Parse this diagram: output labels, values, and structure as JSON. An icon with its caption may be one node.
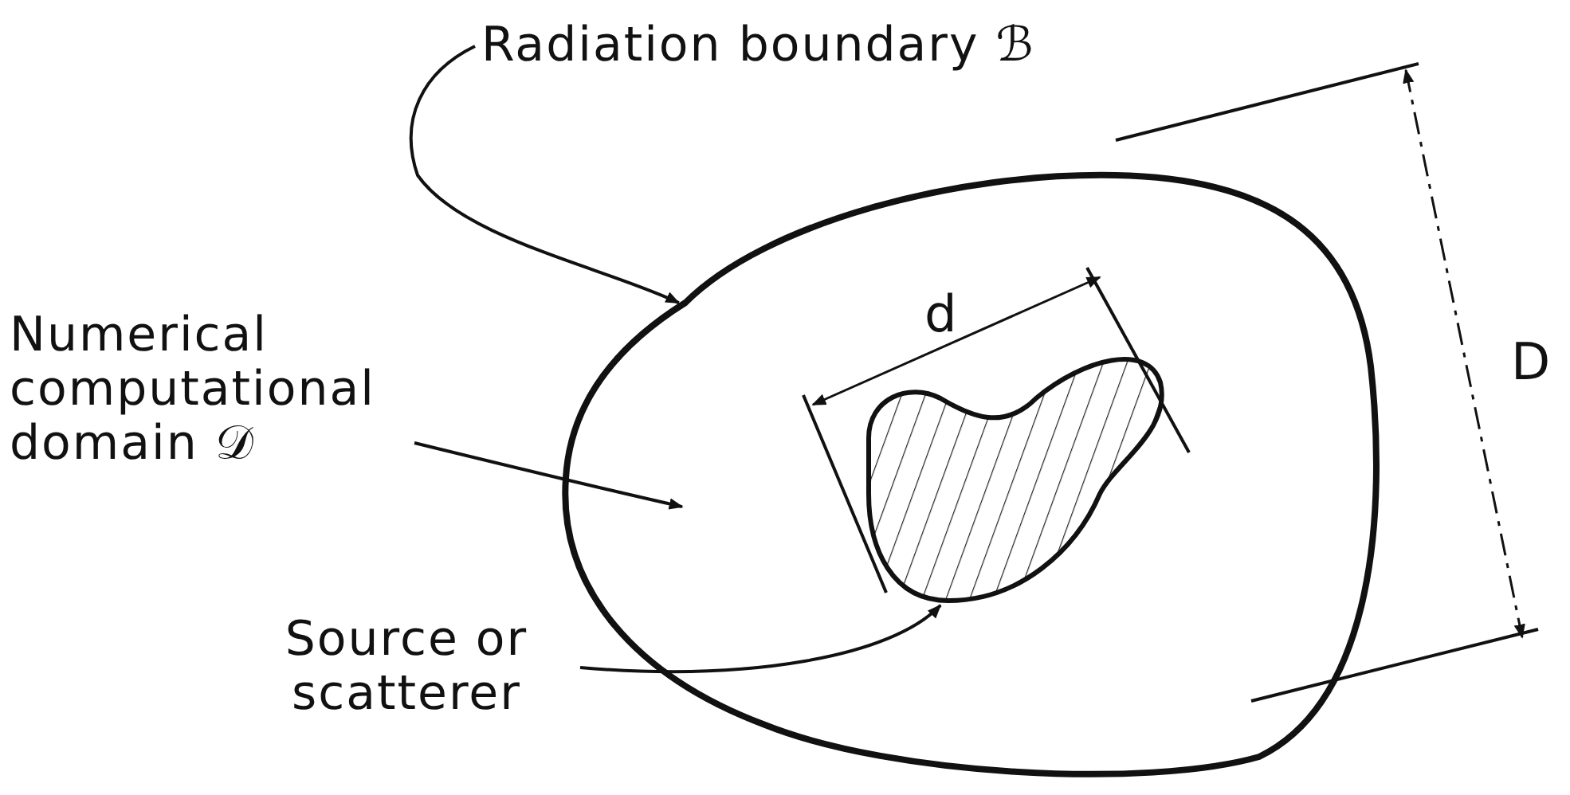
{
  "diagram": {
    "nodes": [
      {
        "text": [
          "Radiation boundary ℬ"
        ]
      },
      {
        "text": [],
        "shape": "outline"
      },
      {
        "text": [
          "Numerical computational domain 𝒟"
        ]
      },
      {
        "text": [],
        "shape": "blob",
        "in": 1
      },
      {
        "text": [
          "Source or scatterer"
        ]
      }
    ],
    "edges": [
      {
        "from": 0,
        "to": 1,
        "arrow": "to"
      },
      {
        "from": 2,
        "to": 1,
        "arrow": "to"
      },
      {
        "from": 4,
        "to": 3,
        "arrow": "to"
      }
    ],
    "labels": [
      "d",
      "D"
    ]
  }
}
